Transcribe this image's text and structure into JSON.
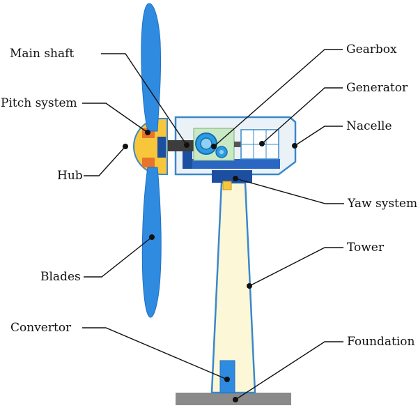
{
  "labels": {
    "main_shaft": "Main shaft",
    "pitch_system": "Pitch system",
    "hub": "Hub",
    "blades": "Blades",
    "convertor": "Convertor",
    "gearbox": "Gearbox",
    "generator": "Generator",
    "nacelle": "Nacelle",
    "yaw_system": "Yaw system",
    "tower": "Tower",
    "foundation": "Foundation"
  },
  "colors": {
    "blade": "#2f8be0",
    "blade_edge": "#1f6fc4",
    "hub": "#f7c63a",
    "pitch": "#e8742b",
    "nacelle_fill": "#eaf2f8",
    "nacelle_edge": "#3a88cc",
    "dark_blue": "#1d4fa0",
    "gearbox_box": "#c9e8c4",
    "tower_fill": "#fcf7d6",
    "tower_edge": "#3a88cc",
    "foundation": "#8a8a8a",
    "leader": "#111111"
  }
}
